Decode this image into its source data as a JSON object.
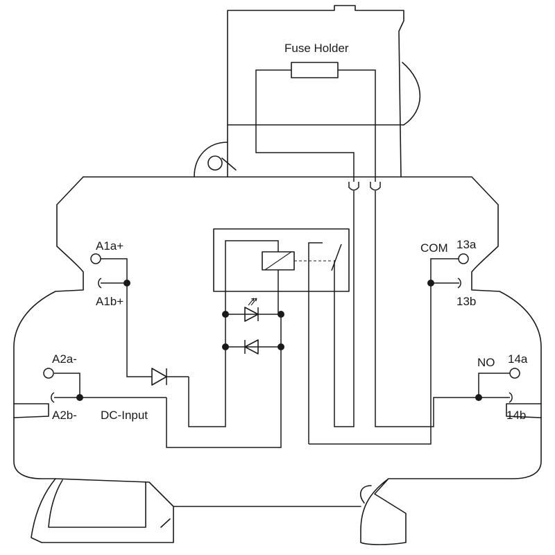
{
  "labels": {
    "fuse_holder": "Fuse Holder",
    "a1a": "A1a+",
    "a1b": "A1b+",
    "a2a": "A2a-",
    "a2b": "A2b-",
    "dc_input": "DC-Input",
    "com": "COM",
    "t13a": "13a",
    "t13b": "13b",
    "no": "NO",
    "t14a": "14a",
    "t14b": "14b"
  },
  "colors": {
    "line": "#1a1a1a",
    "background": "#ffffff"
  }
}
